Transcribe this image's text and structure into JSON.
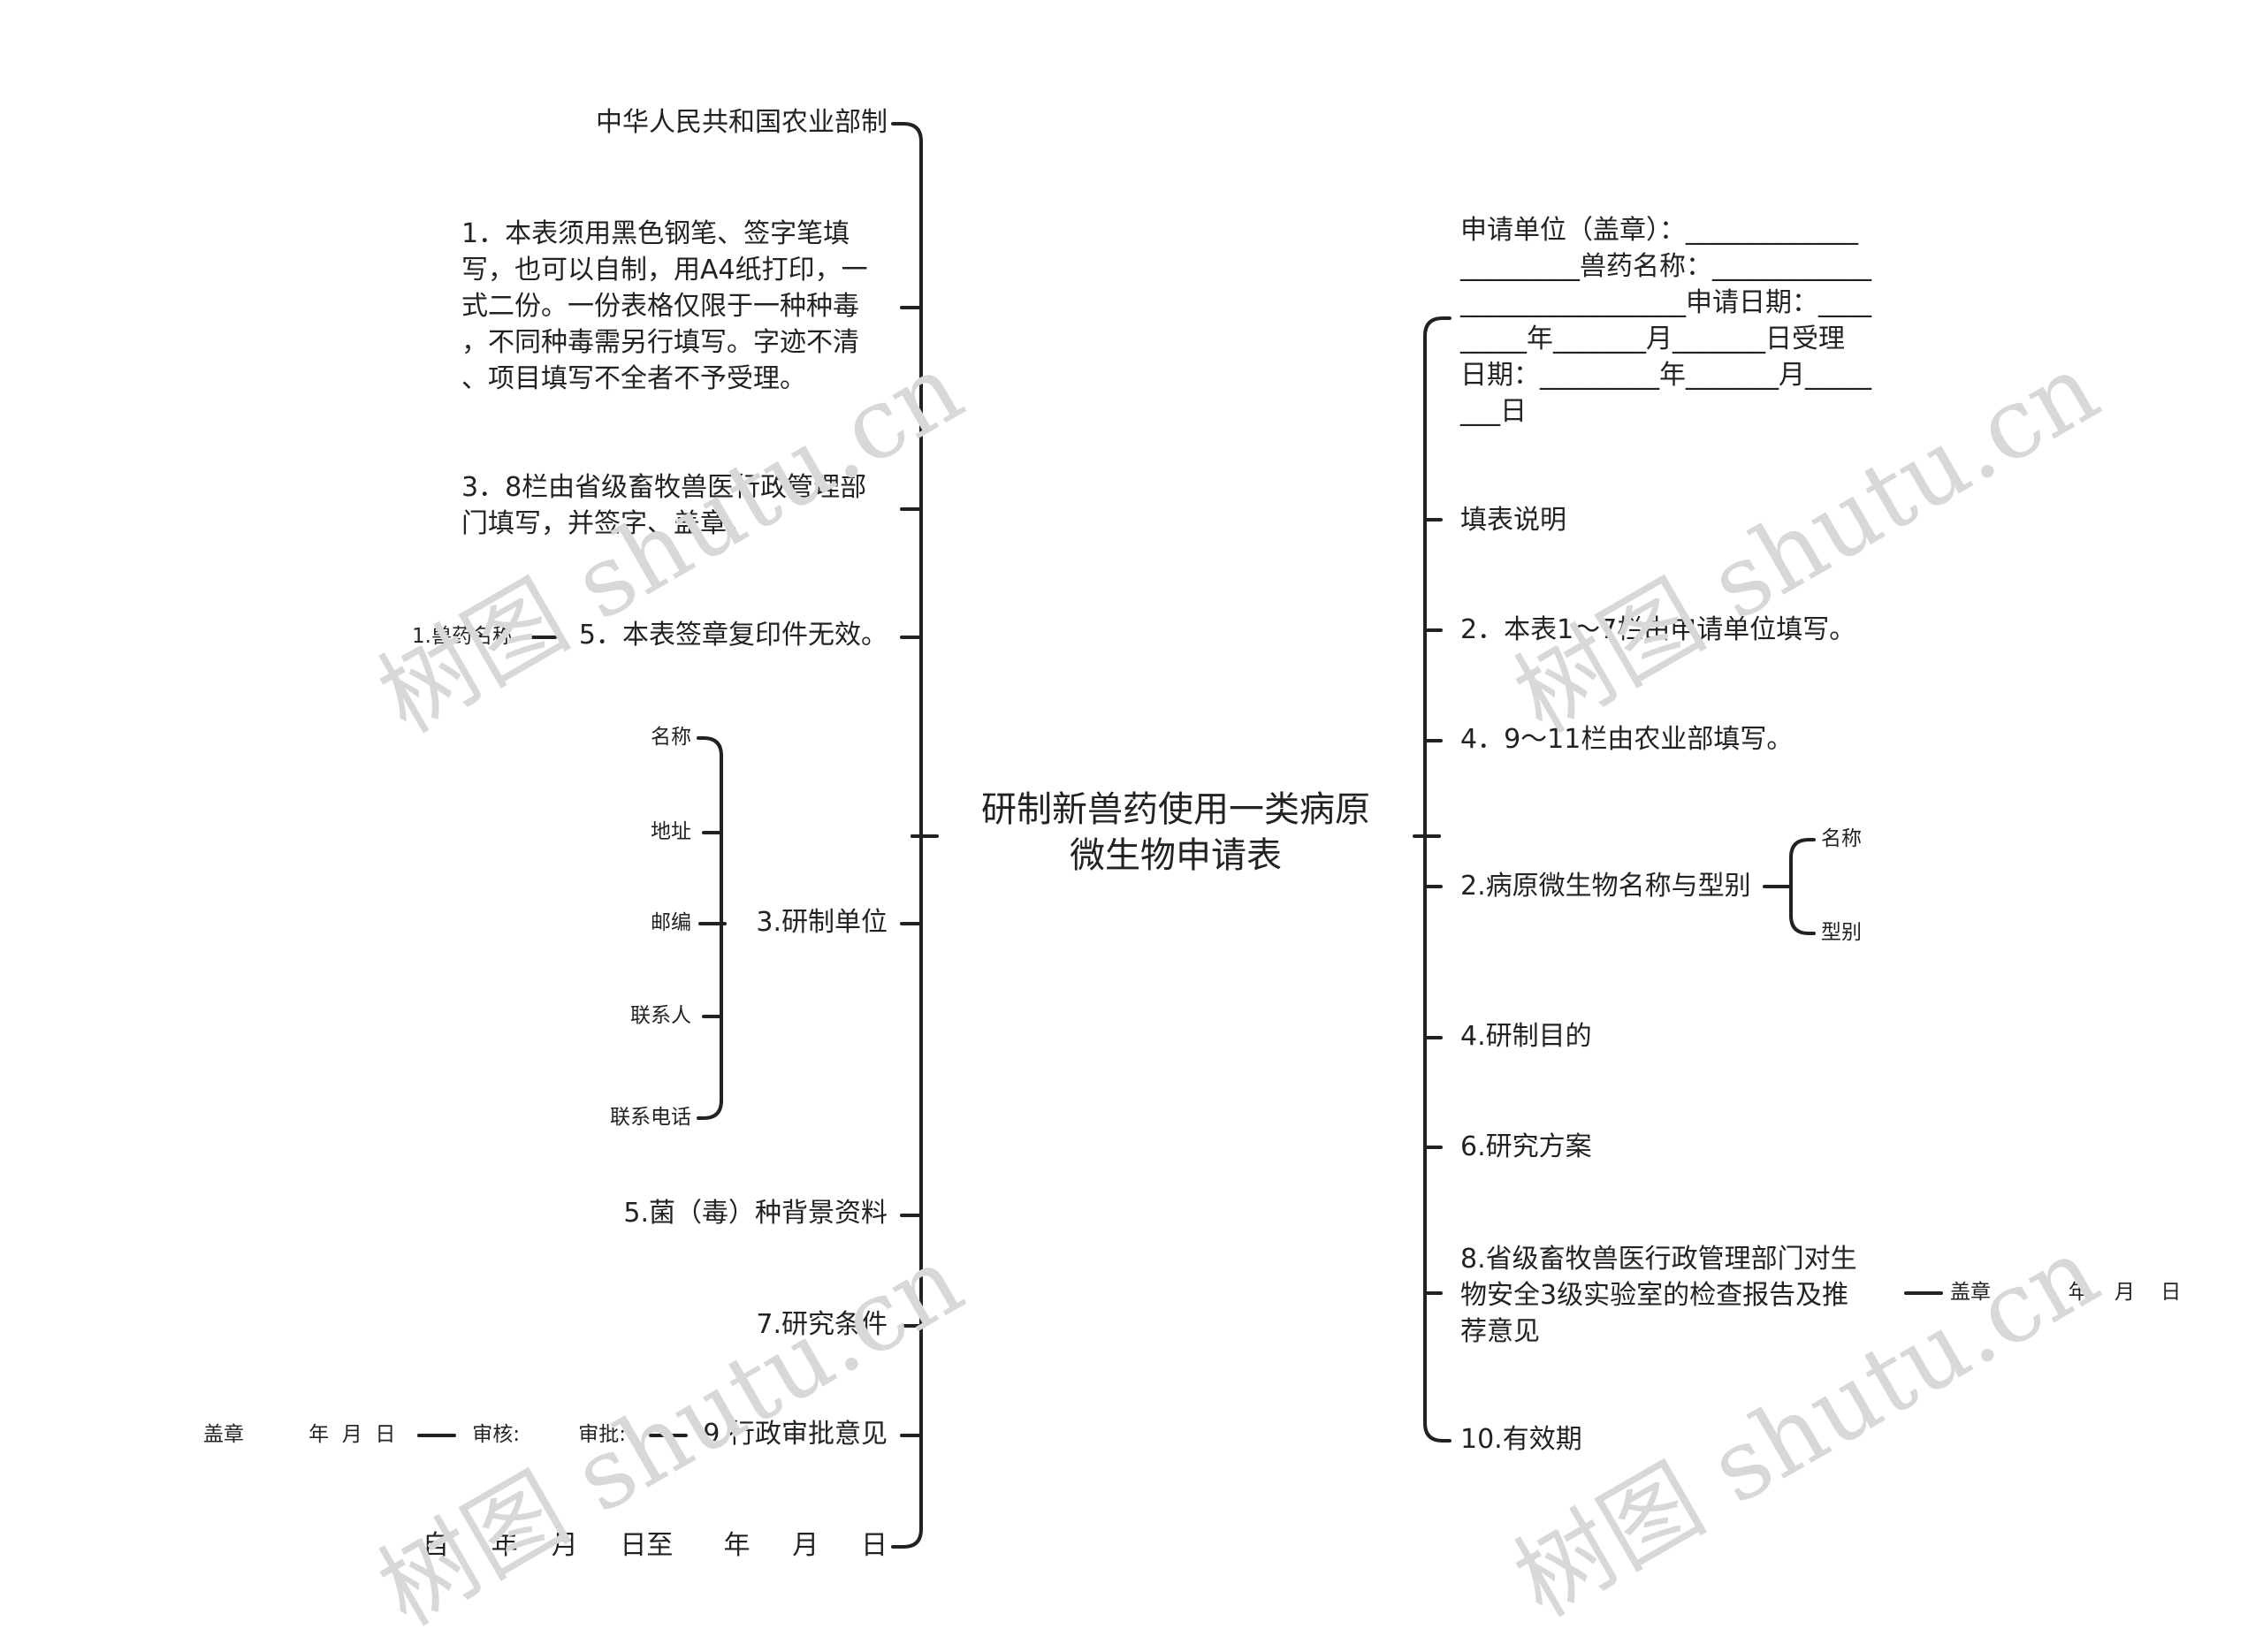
{
  "root": {
    "title": "研制新兽药使用一类病原\n微生物申请表"
  },
  "left": {
    "ministry": "中华人民共和国农业部制",
    "note1": "1．本表须用黑色钢笔、签字笔填\n写，也可以自制，用A4纸打印，一\n式二份。一份表格仅限于一种种毒\n，不同种毒需另行填写。字迹不清\n、项目填写不全者不予受理。",
    "note3": "3．8栏由省级畜牧兽医行政管理部\n门填写，并签字、盖章。",
    "note5": "5．本表签章复印件无效。",
    "note5_child": "1.兽药名称",
    "unit": {
      "label": "3.研制单位",
      "children": [
        "名称",
        "地址",
        "邮编",
        "联系人",
        "联系电话"
      ]
    },
    "strain": "5.菌（毒）种背景资料",
    "conditions": "7.研究条件",
    "admin": {
      "label": "9.行政审批意见",
      "child": "审批:",
      "grandchild": "审核:",
      "greatgrandchild": "盖章          年  月  日"
    },
    "period": "自     年    月     日至      年     月     日"
  },
  "right": {
    "applicant": "申请单位（盖章）：_____________\n_________兽药名称：____________\n_________________申请日期：____\n_____年_______月_______日受理\n日期：_________年_______月_____\n___日",
    "instructions": "填表说明",
    "note2": "2．本表1～7栏由申请单位填写。",
    "note4": "4．9～11栏由农业部填写。",
    "pathogen": {
      "label": "2.病原微生物名称与型别",
      "children": [
        "名称",
        "型别"
      ]
    },
    "purpose": "4.研制目的",
    "plan": "6.研究方案",
    "provincial": {
      "label": "8.省级畜牧兽医行政管理部门对生\n物安全3级实验室的检查报告及推\n荐意见",
      "child": "盖章            年    月    日"
    },
    "validity": "10.有效期"
  },
  "watermark": "树图 shutu.cn",
  "colors": {
    "line": "#222222",
    "text": "#222222",
    "watermark": "#d8d8d8"
  }
}
